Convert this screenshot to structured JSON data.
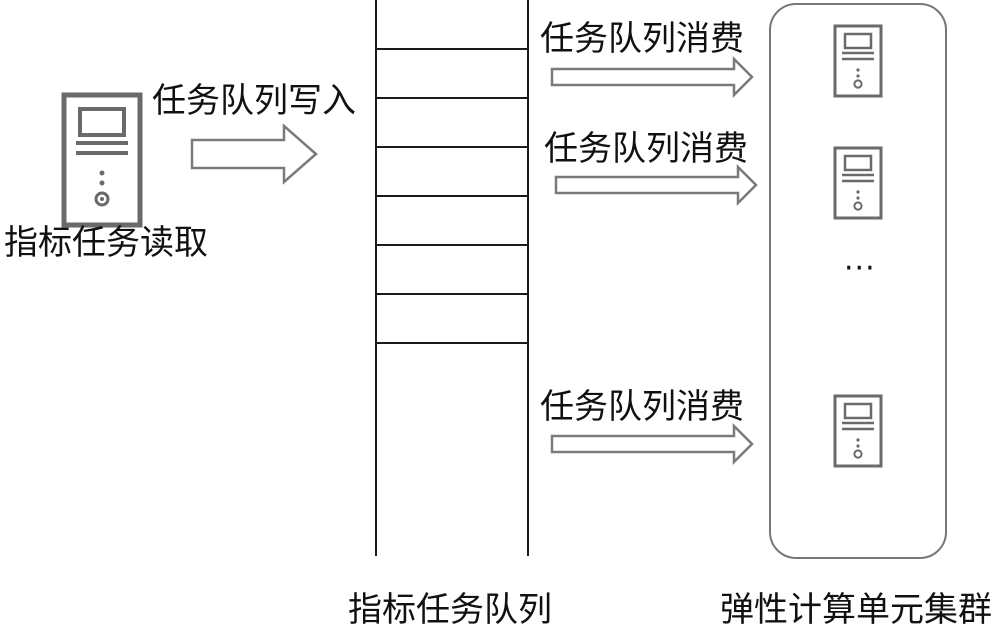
{
  "reader": {
    "label": "指标任务读取",
    "icon": "server-icon",
    "write_arrow_label": "任务队列写入"
  },
  "queue": {
    "label": "指标任务队列",
    "slot_count": 7
  },
  "consumers": {
    "arrow_label": "任务队列消费",
    "labels": [
      "任务队列消费",
      "任务队列消费",
      "任务队列消费"
    ]
  },
  "cluster": {
    "label": "弹性计算单元集群",
    "ellipsis": "···",
    "server_icon": "server-icon",
    "server_count": 3
  },
  "colors": {
    "line": "#1a1a1a",
    "icon_stroke": "#666666",
    "arrow_stroke": "#7a7a7a",
    "cluster_border": "#777777"
  }
}
